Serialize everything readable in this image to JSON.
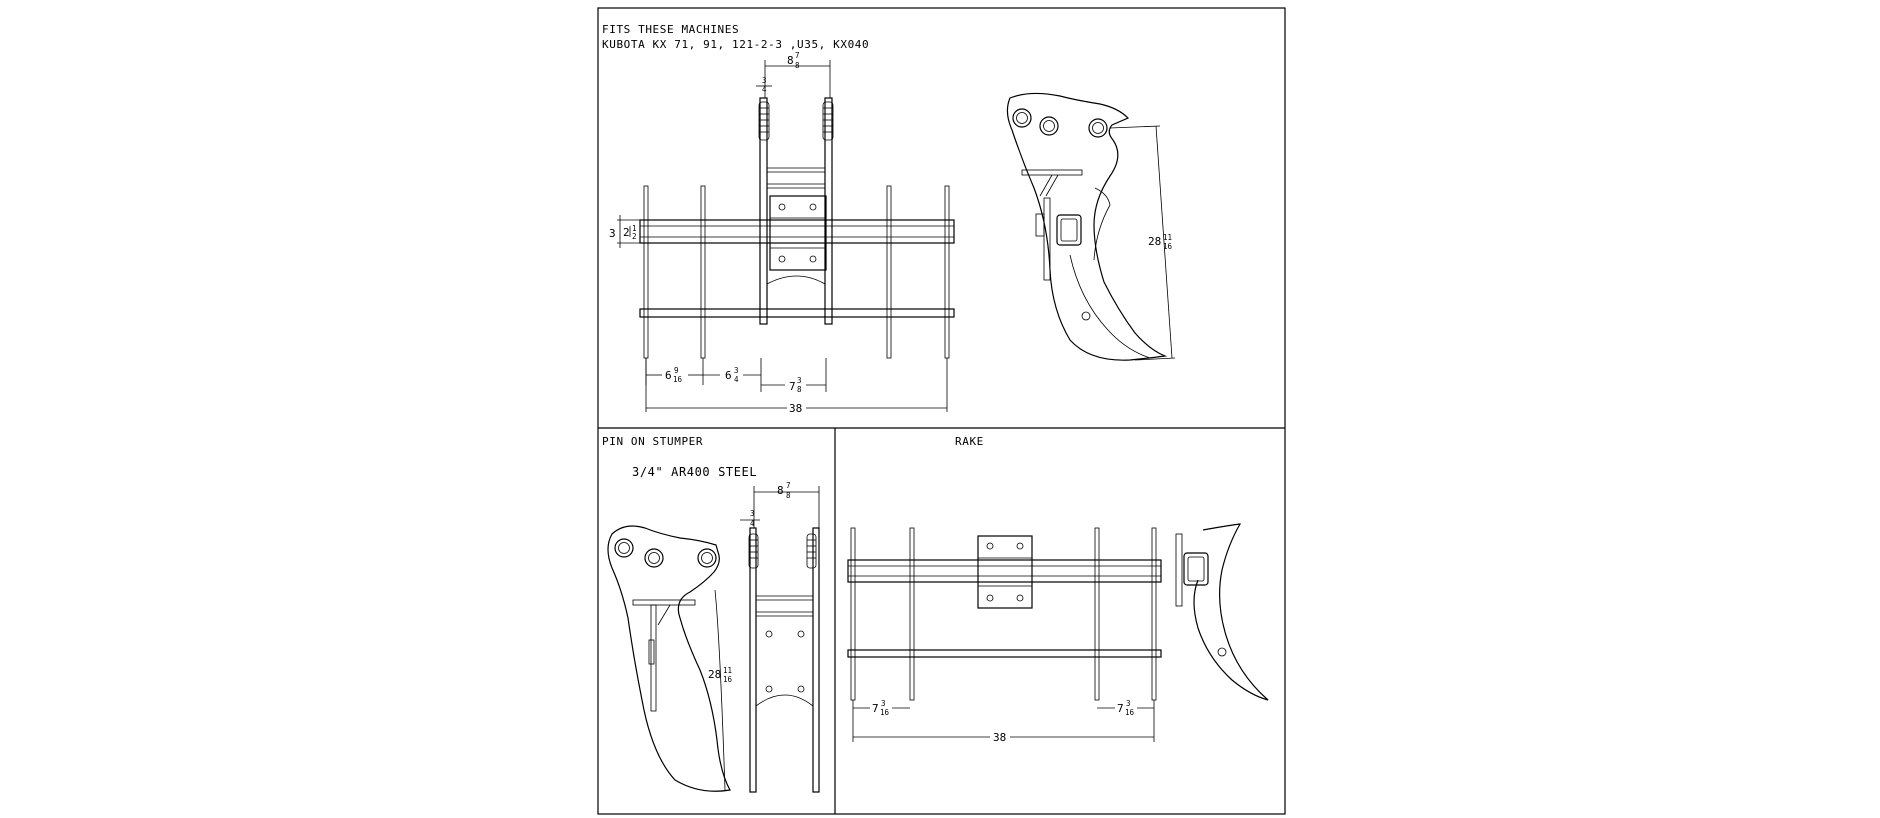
{
  "panels": {
    "top": {
      "header_line1": "FITS THESE MACHINES",
      "header_line2": "KUBOTA KX 71, 91, 121-2-3 ,U35, KX040"
    },
    "bottom_left": {
      "title": "PIN ON  STUMPER",
      "material": "3/4\" AR400 STEEL"
    },
    "bottom_right": {
      "title": "RAKE"
    }
  },
  "dimensions": {
    "top_mount_width": {
      "whole": "8",
      "num": "7",
      "den": "8"
    },
    "top_plate_thickness": {
      "num": "3",
      "den": "4"
    },
    "top_bar_outer": "3",
    "top_bar_inner": {
      "whole": "2",
      "num": "1",
      "den": "2"
    },
    "top_tooth_spacing_a": {
      "whole": "6",
      "num": "9",
      "den": "16"
    },
    "top_tooth_spacing_b": {
      "whole": "6",
      "num": "3",
      "den": "4"
    },
    "top_tooth_spacing_c": {
      "whole": "7",
      "num": "3",
      "den": "8"
    },
    "top_overall_width": "38",
    "top_shank_height": {
      "whole": "28",
      "num": "11",
      "den": "16"
    },
    "stumper_height": {
      "whole": "28",
      "num": "11",
      "den": "16"
    },
    "stumper_mount_width": {
      "whole": "8",
      "num": "7",
      "den": "8"
    },
    "stumper_plate_thickness": {
      "num": "3",
      "den": "4"
    },
    "rake_edge_left": {
      "whole": "7",
      "num": "3",
      "den": "16"
    },
    "rake_edge_right": {
      "whole": "7",
      "num": "3",
      "den": "16"
    },
    "rake_overall_width": "38"
  }
}
